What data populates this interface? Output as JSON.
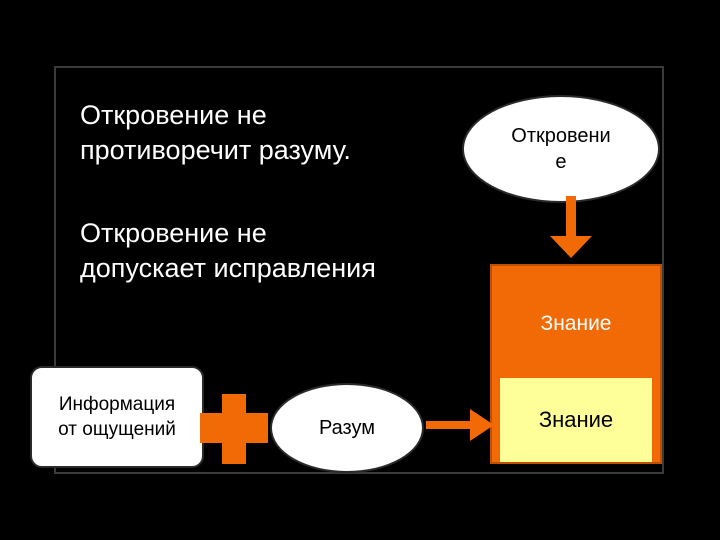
{
  "statements": {
    "first": "Откровение не\nпротиворечит разуму.",
    "second": "Откровение не\nдопускает исправления"
  },
  "nodes": {
    "revelation": "Откровени\nе",
    "knowledge_upper": "Знание",
    "knowledge_lower": "Знание",
    "information": "Информация\nот ощущений",
    "reason": "Разум"
  },
  "colors": {
    "background": "#000000",
    "accent_orange": "#f26a06",
    "knowledge_inner": "#ffff99",
    "node_fill": "#ffffff"
  }
}
